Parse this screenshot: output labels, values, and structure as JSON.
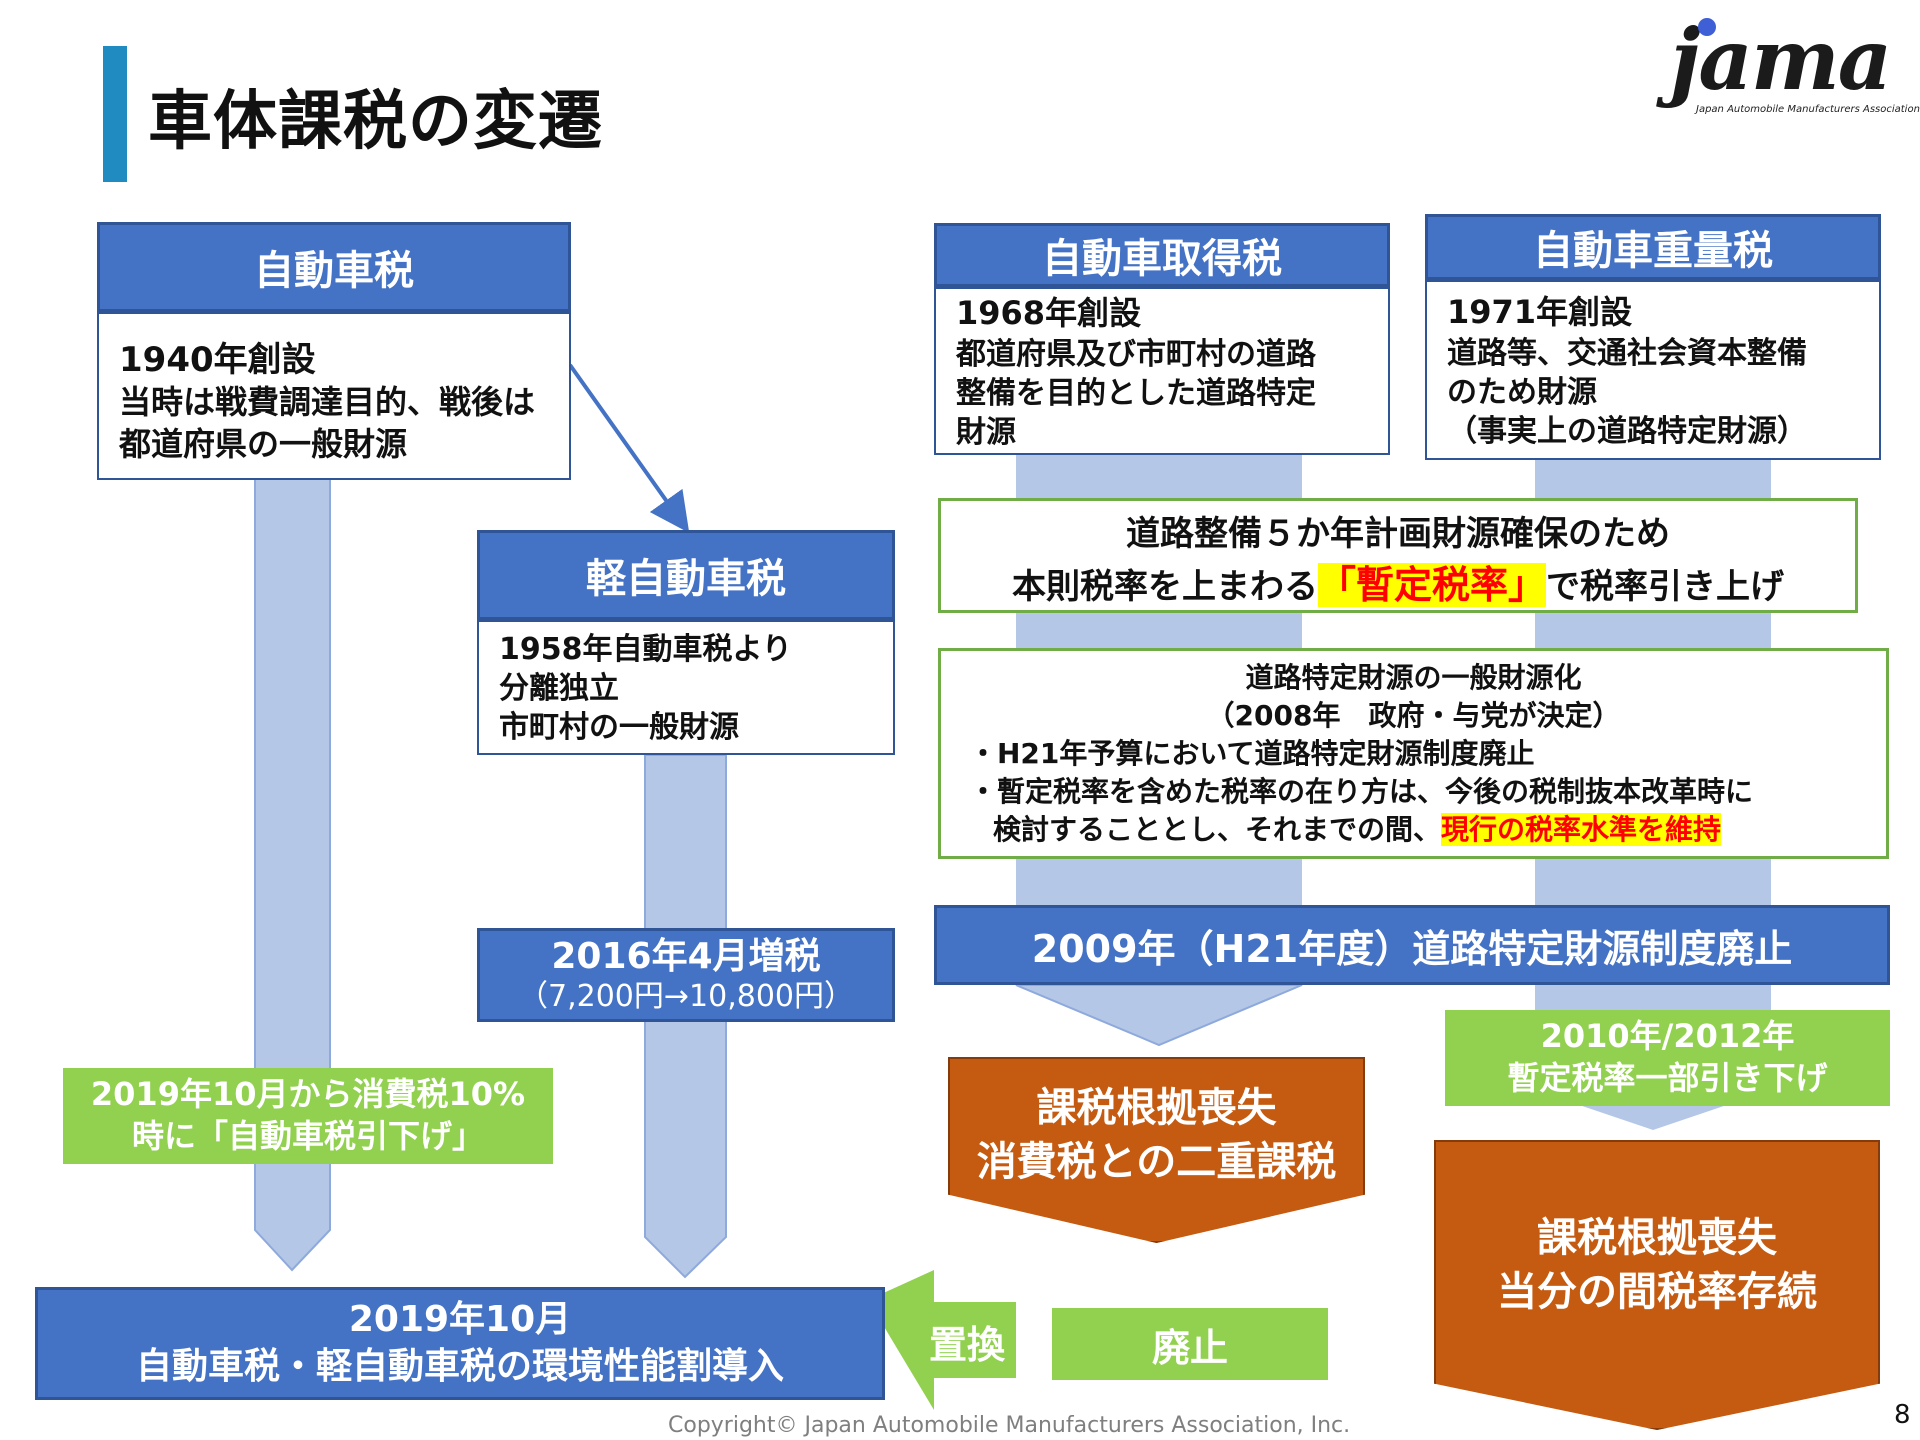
{
  "title": "車体課税の変遷",
  "logo": {
    "word": "jama",
    "sub": "Japan Automobile Manufacturers Association"
  },
  "jidoushazei": {
    "header": "自動車税",
    "line1": "1940年創設",
    "line2": "当時は戦費調達目的、戦後は",
    "line3": "都道府県の一般財源"
  },
  "kei": {
    "header": "軽自動車税",
    "line1": "1958年自動車税より",
    "line2": "分離独立",
    "line3": "市町村の一般財源"
  },
  "shutoku": {
    "header": "自動車取得税",
    "line1": "1968年創設",
    "line2": "都道府県及び市町村の道路",
    "line3": "整備を目的とした道路特定",
    "line4": "財源"
  },
  "juuryou": {
    "header": "自動車重量税",
    "line1": "1971年創設",
    "line2": "道路等、交通社会資本整備",
    "line3": "のため財源",
    "line4": "（事実上の道路特定財源）"
  },
  "zantei": {
    "line1": "道路整備５か年計画財源確保のため",
    "line2_pre": "本則税率を上まわる",
    "line2_hl": "「暫定税率」",
    "line2_post": "で税率引き上げ"
  },
  "ippan": {
    "line1": "道路特定財源の一般財源化",
    "line2": "（2008年　政府・与党が決定）",
    "line3": "・H21年予算において道路特定財源制度廃止",
    "line4": "・暫定税率を含めた税率の在り方は、今後の税制抜本改革時に",
    "line5_pre": "検討することとし、それまでの間、",
    "line5_hl": "現行の税率水準を維持"
  },
  "haishi2009": "2009年（H21年度）道路特定財源制度廃止",
  "zouzei": {
    "line1": "2016年4月増税",
    "line2": "（7,200円→10,800円）"
  },
  "shouhizei": {
    "line1": "2019年10月から消費税10%",
    "line2": "時に「自動車税引下げ」"
  },
  "hikisage": {
    "line1": "2010年/2012年",
    "line2": "暫定税率一部引き下げ"
  },
  "konkyo1": {
    "line1": "課税根拠喪失",
    "line2": "消費税との二重課税"
  },
  "konkyo2": {
    "line1": "課税根拠喪失",
    "line2": "当分の間税率存続"
  },
  "kankyou": {
    "line1": "2019年10月",
    "line2": "自動車税・軽自動車税の環境性能割導入"
  },
  "chikan": "置換",
  "haishi": "廃止",
  "copyright": "Copyright© Japan Automobile Manufacturers Association, Inc.",
  "page_number": "8",
  "colors": {
    "blue": "#4472c4",
    "lane": "#b4c7e7",
    "green": "#92d050",
    "orange": "#c55a11",
    "accent": "#1f8bc1"
  }
}
